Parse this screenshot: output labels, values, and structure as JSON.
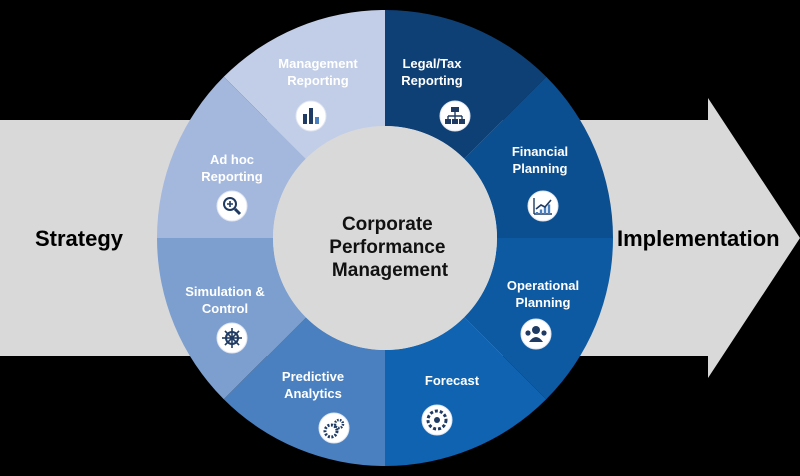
{
  "center": {
    "lines": [
      "Corporate",
      "Performance",
      "Management"
    ]
  },
  "arrow": {
    "left_label": "Strategy",
    "right_label": "Implementation"
  },
  "segments": [
    {
      "id": "legal-tax-reporting",
      "lines": [
        "Legal/Tax",
        "Reporting"
      ],
      "icon": "org-chart-icon",
      "color": "#0e3f75"
    },
    {
      "id": "financial-planning",
      "lines": [
        "Financial",
        "Planning"
      ],
      "icon": "growth-chart-icon",
      "color": "#0b4f91"
    },
    {
      "id": "operational-planning",
      "lines": [
        "Operational",
        "Planning"
      ],
      "icon": "team-icon",
      "color": "#0d5aa3"
    },
    {
      "id": "forecast",
      "lines": [
        "Forecast"
      ],
      "icon": "dial-icon",
      "color": "#0f63b0"
    },
    {
      "id": "predictive-analytics",
      "lines": [
        "Predictive",
        "Analytics"
      ],
      "icon": "gears-icon",
      "color": "#4a80bf"
    },
    {
      "id": "simulation-control",
      "lines": [
        "Simulation &",
        "Control"
      ],
      "icon": "ship-wheel-icon",
      "color": "#7d9fcf"
    },
    {
      "id": "ad-hoc-reporting",
      "lines": [
        "Ad hoc",
        "Reporting"
      ],
      "icon": "magnifier-icon",
      "color": "#a4b8dd"
    },
    {
      "id": "management-reporting",
      "lines": [
        "Management",
        "Reporting"
      ],
      "icon": "bar-chart-icon",
      "color": "#c2cee7"
    }
  ],
  "colors": {
    "arrow": "#d9d9d9",
    "center": "#d9d9d9",
    "background": "#000000",
    "icon_fill": "#ffffff"
  }
}
